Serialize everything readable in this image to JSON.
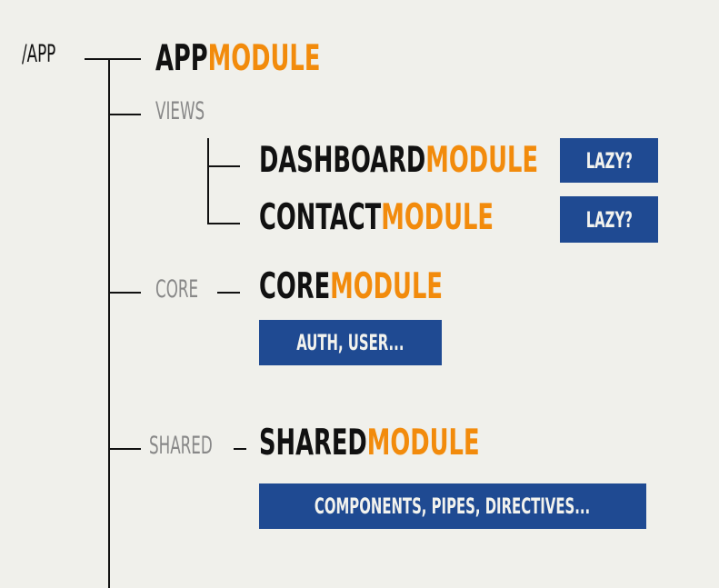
{
  "root": {
    "label": "/APP"
  },
  "app_module": {
    "base": "APP",
    "suffix": "MODULE"
  },
  "views": {
    "label": "VIEWS",
    "modules": [
      {
        "base": "DASHBOARD",
        "suffix": "MODULE",
        "tag": "LAZY?"
      },
      {
        "base": "CONTACT",
        "suffix": "MODULE",
        "tag": "LAZY?"
      }
    ]
  },
  "core": {
    "label": "CORE",
    "module": {
      "base": "CORE",
      "suffix": "MODULE"
    },
    "tag": "AUTH, USER..."
  },
  "shared": {
    "label": "SHARED",
    "module": {
      "base": "SHARED",
      "suffix": "MODULE"
    },
    "tag": "COMPONENTS, PIPES, DIRECTIVES..."
  },
  "colors": {
    "background": "#f0f0eb",
    "text": "#111111",
    "folder": "#888888",
    "accent": "#f28b0c",
    "tag_background": "#1f4a92",
    "tag_text": "#f3f3ee"
  }
}
